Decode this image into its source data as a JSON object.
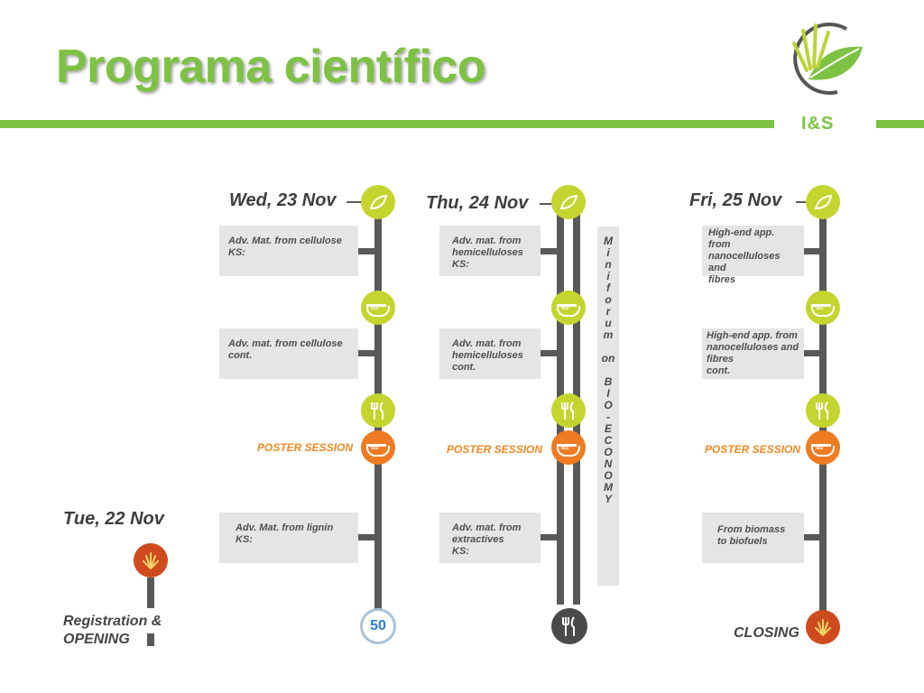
{
  "title": "Programa científico",
  "logo": {
    "text": "I&S",
    "icon": "leaf-logo-icon"
  },
  "tuesday": {
    "day": "Tue, 22 Nov",
    "event": "Registration &\nOPENING"
  },
  "wednesday": {
    "day": "Wed, 23 Nov",
    "sessions": [
      "Adv. Mat. from cellulose\nKS:",
      "Adv. mat. from cellulose\ncont.",
      "Adv. Mat. from lignin\nKS:"
    ],
    "poster": "POSTER SESSION"
  },
  "thursday": {
    "day": "Thu, 24 Nov",
    "sessions": [
      "Adv. mat. from\nhemicelluloses\nKS:",
      "Adv. mat. from\nhemicelluloses\ncont.",
      "Adv. mat. from\nextractives\nKS:"
    ],
    "poster": "POSTER SESSION",
    "miniforum": [
      "M",
      "i",
      "n",
      "i",
      "f",
      "o",
      "r",
      "u",
      "m",
      "",
      "on",
      "",
      "B",
      "I",
      "O",
      "-",
      "E",
      "C",
      "O",
      "N",
      "O",
      "M",
      "Y"
    ]
  },
  "friday": {
    "day": "Fri, 25 Nov",
    "sessions": [
      "High-end app.\nfrom\nnanocelluloses and\nfibres",
      "High-end app. from\nnanocelluloses and\nfibres\ncont.",
      "From biomass\nto biofuels"
    ],
    "poster": "POSTER SESSION",
    "closing": "CLOSING"
  },
  "colors": {
    "accent_green": "#7dc243",
    "icon_lime": "#c4d52f",
    "icon_orange": "#ef7b22",
    "icon_red": "#cf4a1c",
    "poster_orange": "#f08a24",
    "track": "#595959",
    "box": "#e5e5e5"
  }
}
